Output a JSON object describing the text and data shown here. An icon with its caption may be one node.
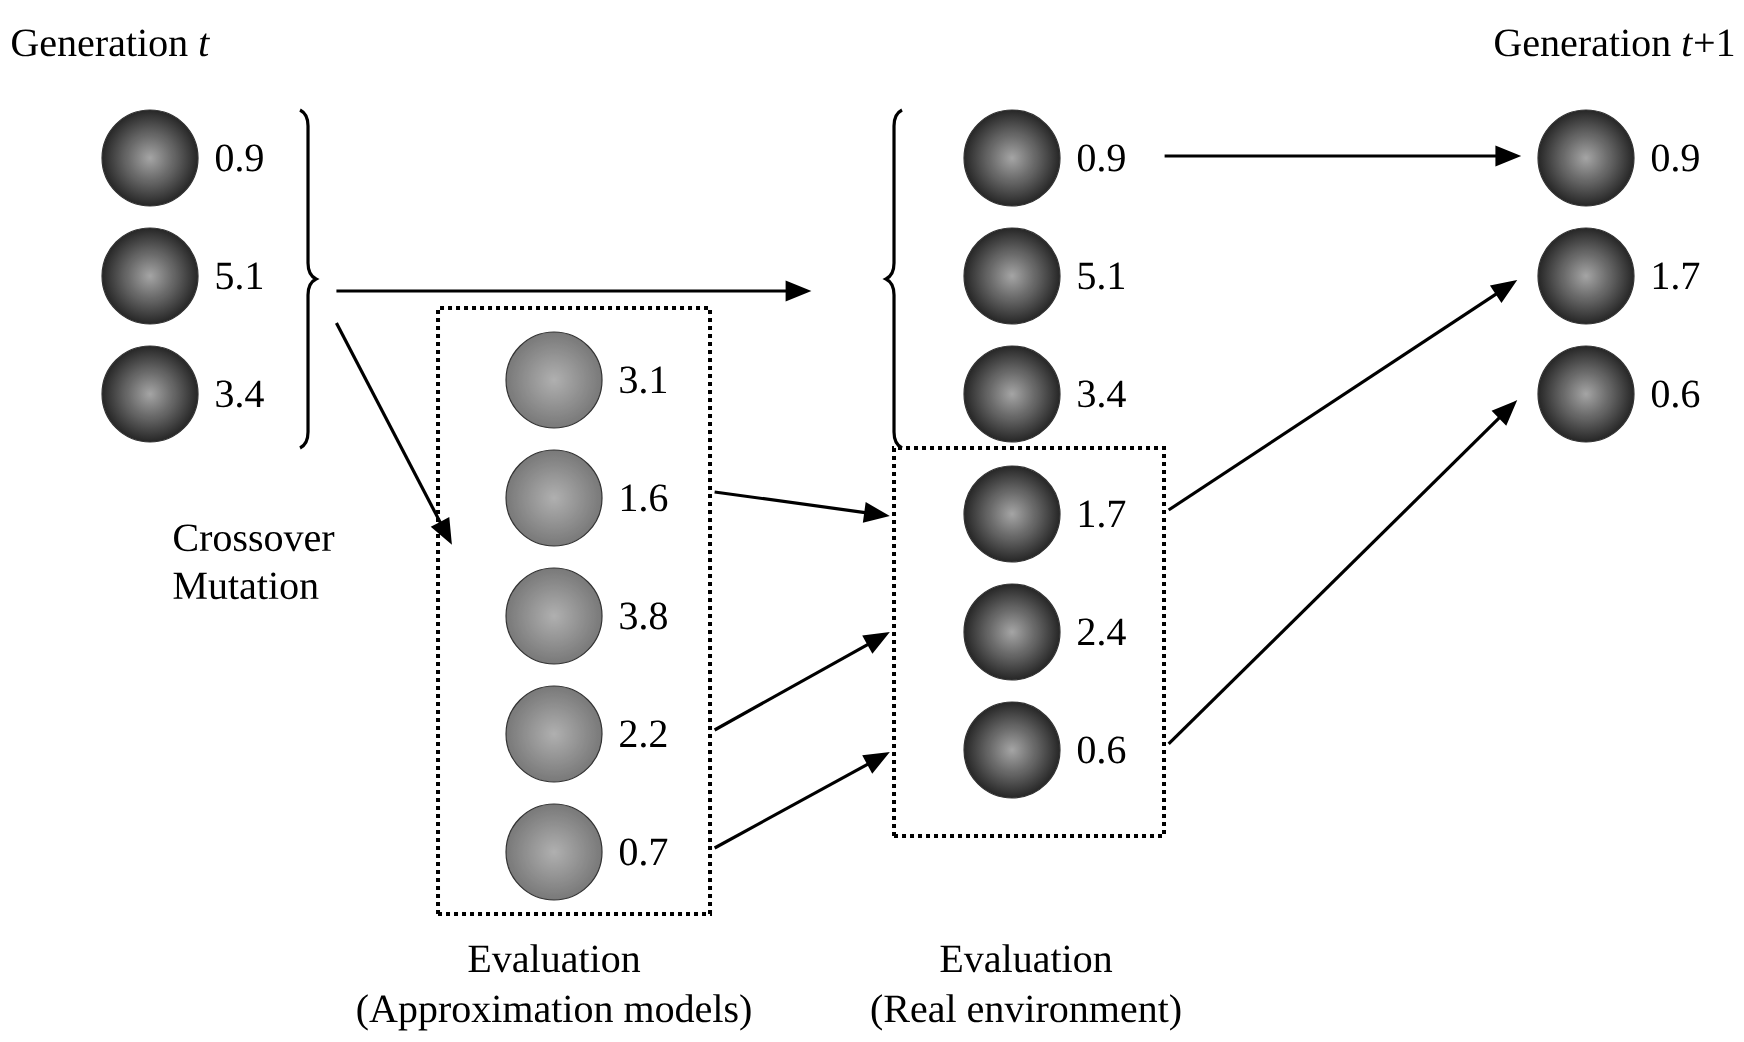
{
  "diagram": {
    "nodes": [
      {
        "text": [],
        "shape": "brace"
      },
      {
        "text": [],
        "shape": "circle",
        "beside": [
          "0.9"
        ]
      },
      {
        "text": [],
        "shape": "circle",
        "beside": [
          "5.1"
        ]
      },
      {
        "text": [],
        "shape": "circle",
        "beside": [
          "3.4"
        ]
      },
      {
        "text": [
          "Evaluation",
          "(Approximation models)"
        ]
      },
      {
        "text": [],
        "shape": "circle",
        "beside": [
          "3.1"
        ],
        "in": 4
      },
      {
        "text": [],
        "shape": "circle",
        "beside": [
          "1.6"
        ],
        "in": 4
      },
      {
        "text": [],
        "shape": "circle",
        "beside": [
          "3.8"
        ],
        "in": 4
      },
      {
        "text": [],
        "shape": "circle",
        "beside": [
          "2.2"
        ],
        "in": 4
      },
      {
        "text": [],
        "shape": "circle",
        "beside": [
          "0.7"
        ],
        "in": 4
      },
      {
        "text": [],
        "shape": "brace"
      },
      {
        "text": [],
        "shape": "circle",
        "beside": [
          "0.9"
        ]
      },
      {
        "text": [],
        "shape": "circle",
        "beside": [
          "5.1"
        ]
      },
      {
        "text": [],
        "shape": "circle",
        "beside": [
          "3.4"
        ]
      },
      {
        "text": [
          "Evaluation",
          "(Real environment)"
        ]
      },
      {
        "text": [],
        "shape": "circle",
        "beside": [
          "1.7"
        ],
        "in": 14
      },
      {
        "text": [],
        "shape": "circle",
        "beside": [
          "2.4"
        ],
        "in": 14
      },
      {
        "text": [],
        "shape": "circle",
        "beside": [
          "0.6"
        ],
        "in": 14
      },
      {
        "text": [],
        "shape": "circle",
        "beside": [
          "0.9"
        ]
      },
      {
        "text": [],
        "shape": "circle",
        "beside": [
          "1.7"
        ]
      },
      {
        "text": [],
        "shape": "circle",
        "beside": [
          "0.6"
        ]
      }
    ],
    "edges": [
      {
        "from": 0,
        "to": 10,
        "arrow": "to"
      },
      {
        "from": 0,
        "to": 4,
        "arrow": "to",
        "label": "Crossover Mutation"
      },
      {
        "from": 6,
        "to": 14,
        "arrow": "to"
      },
      {
        "from": 8,
        "to": 14,
        "arrow": "to"
      },
      {
        "from": 9,
        "to": 14,
        "arrow": "to"
      },
      {
        "from": 11,
        "to": 18,
        "arrow": "to"
      },
      {
        "from": 15,
        "to": 19,
        "arrow": "to"
      },
      {
        "from": 17,
        "to": 20,
        "arrow": "to"
      }
    ],
    "labels": [
      "Generation *t*",
      "Generation *t*+1"
    ]
  }
}
